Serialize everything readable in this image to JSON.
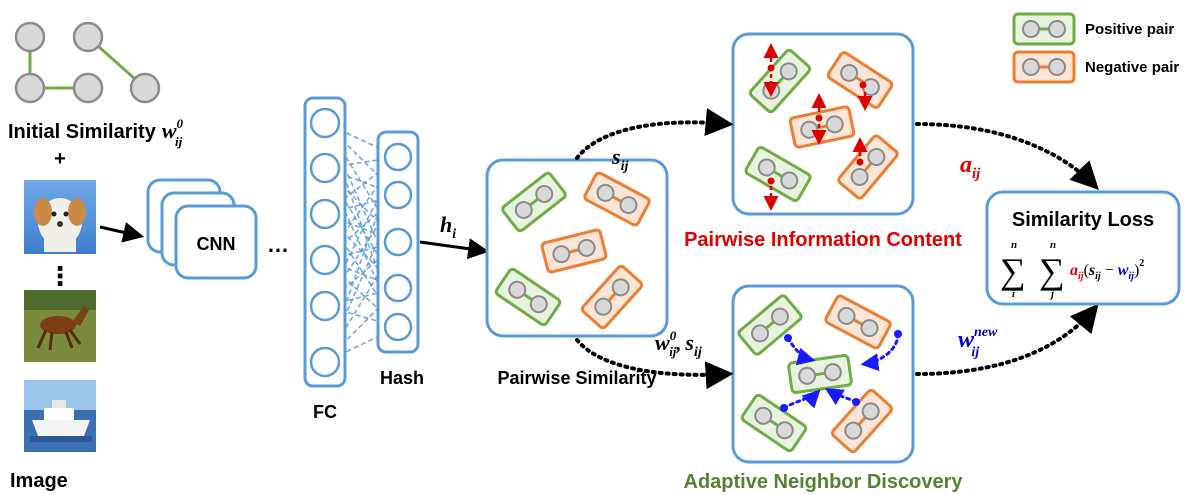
{
  "legend": {
    "positive": "Positive pair",
    "negative": "Negative pair"
  },
  "labels": {
    "initial_similarity": "Initial Similarity",
    "plus": "+",
    "image": "Image",
    "ellipsis_vertical": "⋮",
    "cnn": "CNN",
    "dots": "…",
    "fc": "FC",
    "hash": "Hash",
    "pairwise_similarity": "Pairwise Similarity",
    "pairwise_information": "Pairwise Information Content",
    "adaptive_neighbor": "Adaptive Neighbor Discovery",
    "similarity_loss": "Similarity Loss"
  },
  "math": {
    "w": "w",
    "w_sup0": "0",
    "ij": "ij",
    "h": "h",
    "i": "i",
    "s": "s",
    "a": "a",
    "new": "new",
    "comma": ",",
    "sum": "∑",
    "n": "n",
    "j": "j",
    "open": "(",
    "minus": " − ",
    "close": ")",
    "sq": "2"
  },
  "colors": {
    "blue": "#5b9bd5",
    "green": "#70ad47",
    "orange": "#ed7d31",
    "red": "#e00000",
    "dark_blue": "#0000cc",
    "dark_green": "#548235",
    "node_fill": "#d9d9d9",
    "node_stroke": "#8c8c8c"
  },
  "images": [
    "puppy-image",
    "horse-image",
    "boat-image"
  ]
}
